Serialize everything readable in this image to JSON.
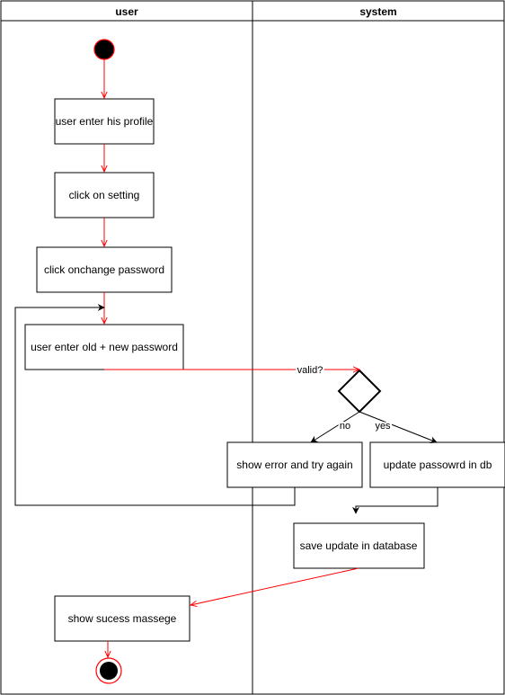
{
  "lanes": {
    "user": "user",
    "system": "system"
  },
  "activities": {
    "enter_profile": "user enter his profile",
    "click_setting": "click on setting",
    "click_change_password": "click onchange password",
    "enter_passwords": "user enter old + new password",
    "show_error": "show error and try again",
    "update_password": "update passowrd in db",
    "save_update": "save update in database",
    "show_success": "show sucess massege"
  },
  "edge_labels": {
    "valid": "valid?",
    "no": "no",
    "yes": "yes"
  },
  "colors": {
    "flow": "#ff0000",
    "outline": "#000000",
    "background": "#ffffff"
  }
}
